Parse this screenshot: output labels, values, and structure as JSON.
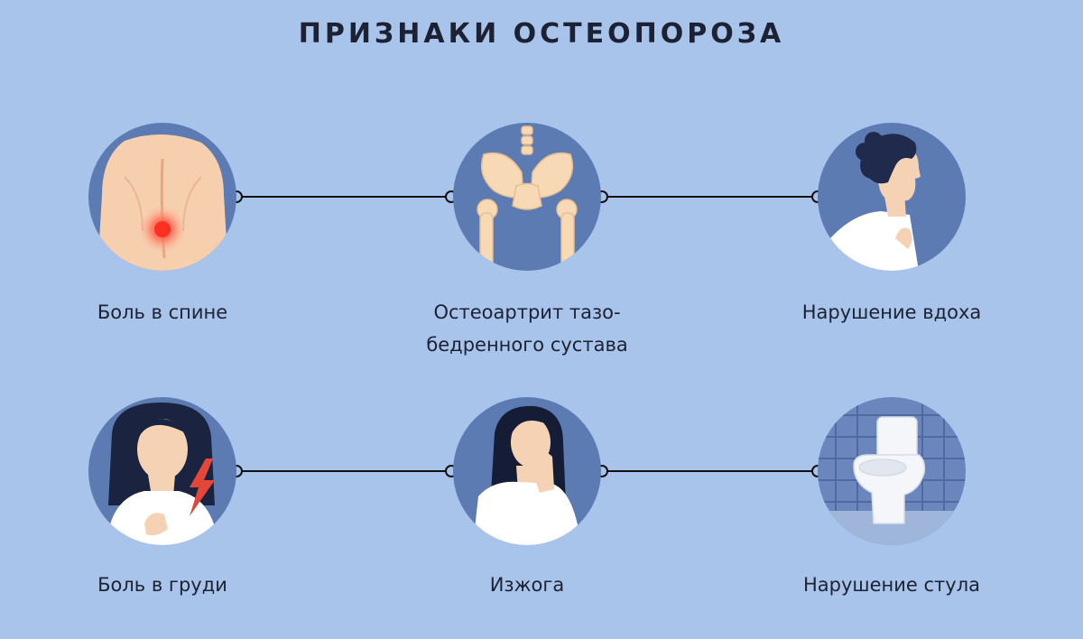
{
  "title": "ПРИЗНАКИ ОСТЕОПОРОЗА",
  "colors": {
    "background": "#a8c4ea",
    "circle": "#5d7bb3",
    "text": "#1c2233",
    "line": "#111111"
  },
  "items": [
    {
      "label": "Боль в спине",
      "icon": "back-pain-icon"
    },
    {
      "label_line1": "Остеоартрит тазо-",
      "label_line2": "бедренного сустава",
      "icon": "pelvis-icon"
    },
    {
      "label": "Нарушение вдоха",
      "icon": "breathing-icon"
    },
    {
      "label": "Боль в груди",
      "icon": "chest-pain-icon"
    },
    {
      "label": "Изжога",
      "icon": "heartburn-icon"
    },
    {
      "label": "Нарушение стула",
      "icon": "toilet-icon"
    }
  ]
}
